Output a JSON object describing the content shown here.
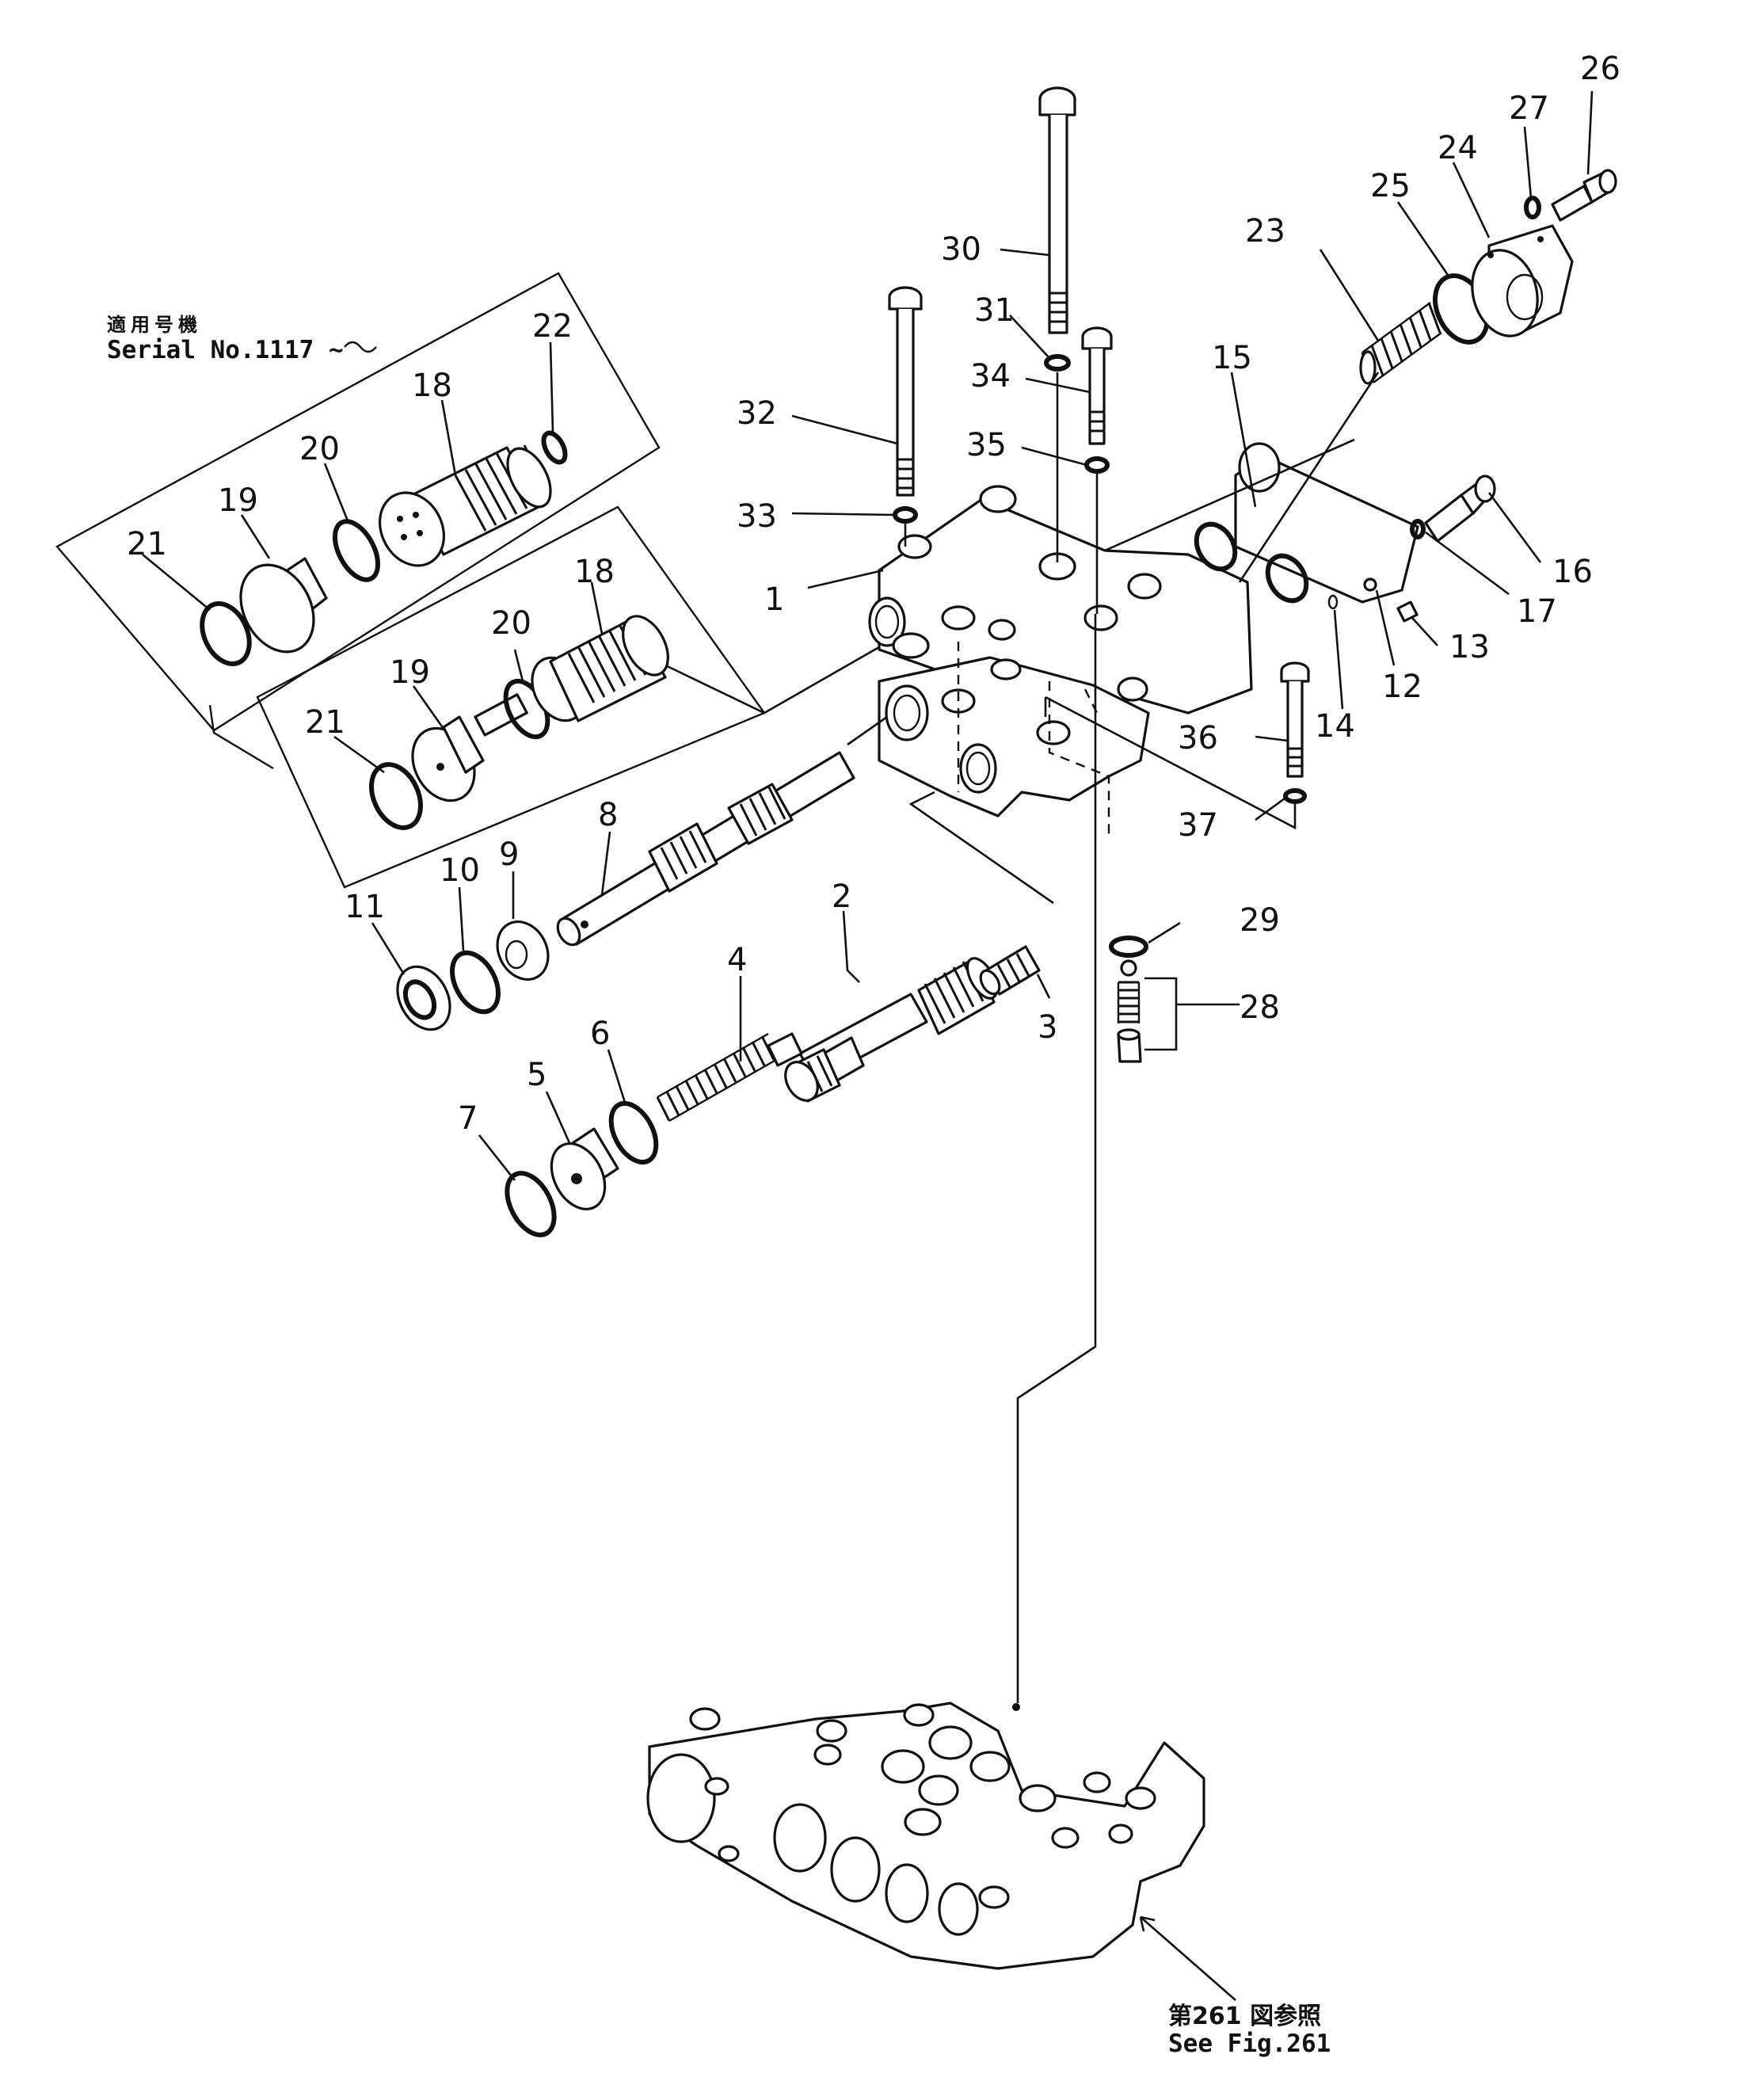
{
  "serial_note": {
    "japanese": "適用号機",
    "english": "Serial  No.1117  ~"
  },
  "reference_note": {
    "japanese": "第261 図参照",
    "english": "See  Fig.261"
  },
  "callouts": [
    "1",
    "2",
    "3",
    "4",
    "5",
    "6",
    "7",
    "8",
    "9",
    "10",
    "11",
    "12",
    "13",
    "14",
    "15",
    "16",
    "17",
    "18",
    "19",
    "20",
    "21",
    "22",
    "23",
    "24",
    "25",
    "26",
    "27",
    "28",
    "29",
    "30",
    "31",
    "32",
    "33",
    "34",
    "35",
    "36",
    "37"
  ],
  "inset_callouts": [
    "18",
    "19",
    "20",
    "21"
  ]
}
